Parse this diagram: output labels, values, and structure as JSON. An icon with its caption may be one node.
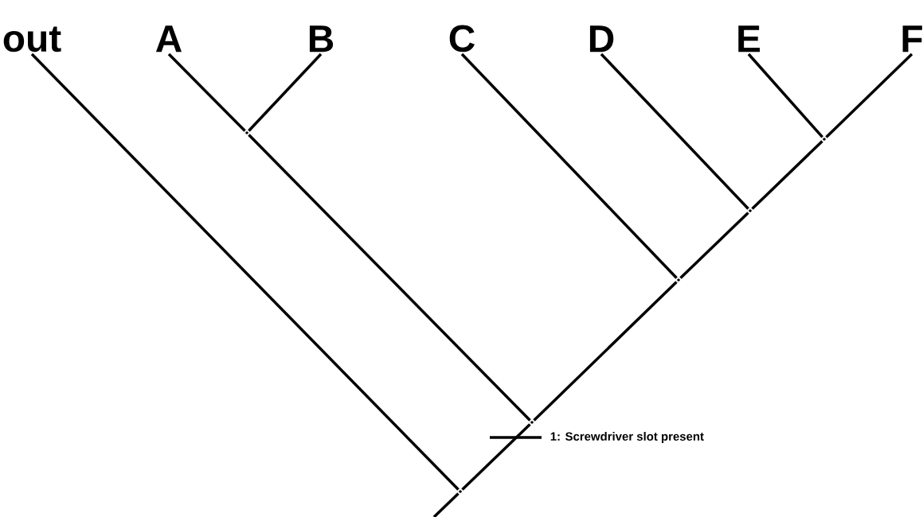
{
  "diagram": {
    "nodes": [
      {
        "text": [
          "out"
        ]
      },
      {
        "text": [
          "A"
        ]
      },
      {
        "text": [
          "B"
        ]
      },
      {
        "text": [
          "C"
        ]
      },
      {
        "text": [
          "D"
        ]
      },
      {
        "text": [
          "E"
        ]
      },
      {
        "text": [
          "F"
        ]
      },
      {
        "text": [],
        "shape": "point"
      },
      {
        "text": [],
        "shape": "point"
      },
      {
        "text": [],
        "shape": "point"
      },
      {
        "text": [],
        "shape": "point"
      },
      {
        "text": [],
        "shape": "point"
      },
      {
        "text": [],
        "shape": "point"
      }
    ],
    "edges": [
      {
        "from": null,
        "to": 8,
        "arrow": "none"
      },
      {
        "from": 8,
        "to": 0,
        "arrow": "none"
      },
      {
        "from": 8,
        "to": 9,
        "arrow": "none",
        "label": "1: Screwdriver slot present"
      },
      {
        "from": 9,
        "to": 7,
        "arrow": "none"
      },
      {
        "from": 7,
        "to": 1,
        "arrow": "none"
      },
      {
        "from": 7,
        "to": 2,
        "arrow": "none"
      },
      {
        "from": 9,
        "to": 10,
        "arrow": "none"
      },
      {
        "from": 10,
        "to": 3,
        "arrow": "none"
      },
      {
        "from": 10,
        "to": 11,
        "arrow": "none"
      },
      {
        "from": 11,
        "to": 4,
        "arrow": "none"
      },
      {
        "from": 11,
        "to": 12,
        "arrow": "none"
      },
      {
        "from": 12,
        "to": 5,
        "arrow": "none"
      },
      {
        "from": 12,
        "to": 6,
        "arrow": "none"
      }
    ]
  }
}
